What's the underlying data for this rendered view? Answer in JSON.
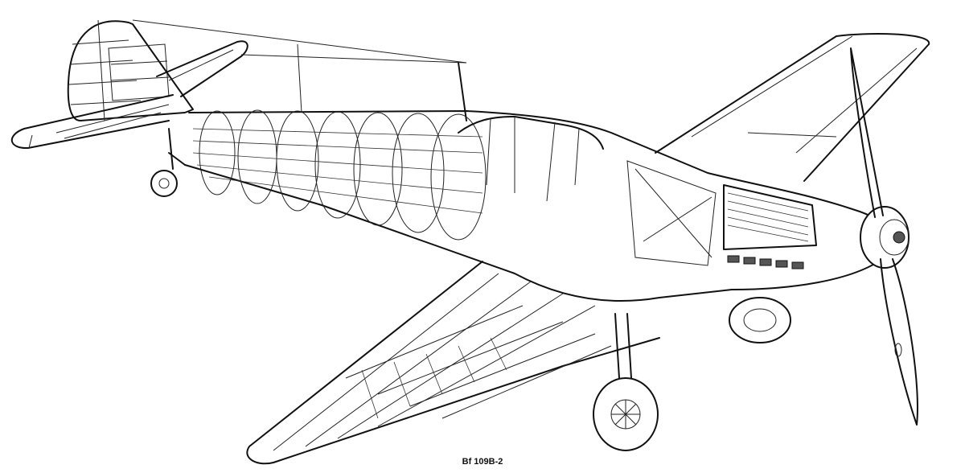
{
  "figure": {
    "type": "technical cutaway illustration",
    "subject": "aircraft cutaway drawing",
    "caption": "Bf 109B-2",
    "colors": {
      "line": "#111111",
      "background": "#ffffff"
    }
  }
}
